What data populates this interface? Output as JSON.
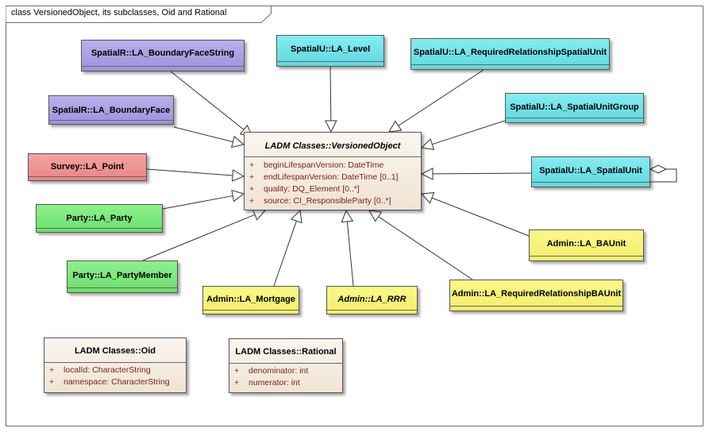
{
  "frame_title": "class VersionedObject, its subclasses, Oid and Rational",
  "central": {
    "title": "LADM Classes::VersionedObject",
    "attributes": [
      {
        "vis": "+",
        "text": "beginLifespanVersion:  DateTime"
      },
      {
        "vis": "+",
        "text": "endLifespanVersion:  DateTime [0..1]"
      },
      {
        "vis": "+",
        "text": "quality:  DQ_Element [0..*]"
      },
      {
        "vis": "+",
        "text": "source:  CI_ResponsibleParty [0..*]"
      }
    ]
  },
  "subclasses": {
    "boundary_face_string": "SpatialR::LA_BoundaryFaceString",
    "boundary_face": "SpatialR::LA_BoundaryFace",
    "point": "Survey::LA_Point",
    "party": "Party::LA_Party",
    "party_member": "Party::LA_PartyMember",
    "mortgage": "Admin::LA_Mortgage",
    "rrr": "Admin::LA_RRR",
    "level": "SpatialU::LA_Level",
    "req_rel_spatial_unit": "SpatialU::LA_RequiredRelationshipSpatialUnit",
    "spatial_unit_group": "SpatialU::LA_SpatialUnitGroup",
    "spatial_unit": "SpatialU::LA_SpatialUnit",
    "ba_unit": "Admin::LA_BAUnit",
    "req_rel_ba_unit": "Admin::LA_RequiredRelationshipBAUnit"
  },
  "oid": {
    "title": "LADM Classes::Oid",
    "attributes": [
      {
        "vis": "+",
        "text": "localId:  CharacterString"
      },
      {
        "vis": "+",
        "text": "namespace:  CharacterString"
      }
    ]
  },
  "rational": {
    "title": "LADM Classes::Rational",
    "attributes": [
      {
        "vis": "+",
        "text": "denominator:  int"
      },
      {
        "vis": "+",
        "text": "numerator:  int"
      }
    ]
  },
  "colors": {
    "spatial_r": "#a89ee3",
    "spatial_u": "#6fe2e8",
    "survey": "#ef9494",
    "party": "#7de87d",
    "admin": "#f6f27a",
    "ladm_classes": "#f5ede2"
  }
}
